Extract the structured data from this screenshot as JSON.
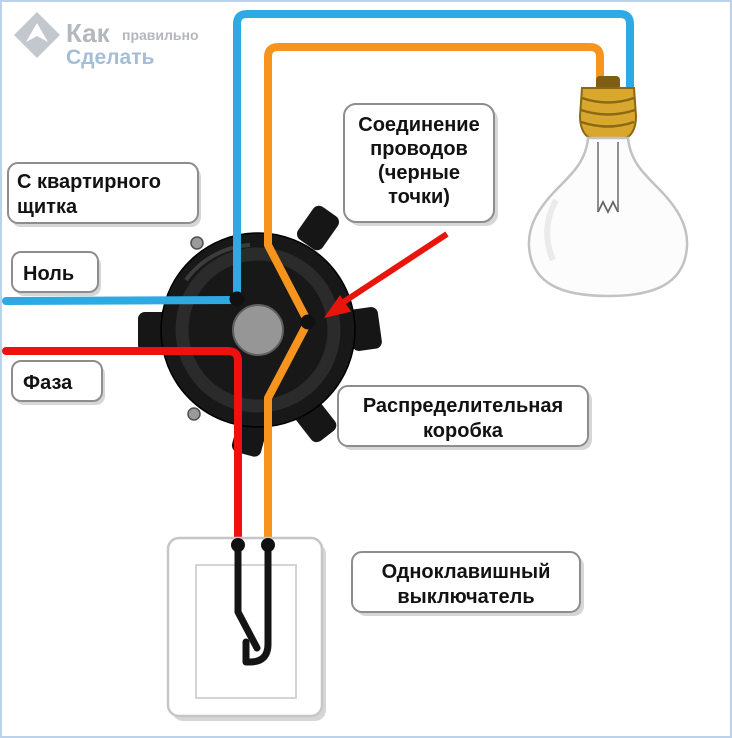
{
  "watermark": {
    "brand_top": "Как",
    "brand_mid": "правильно",
    "brand_bottom": "Сделать"
  },
  "labels": {
    "panel": {
      "lines": [
        "С квартирного",
        "щитка"
      ]
    },
    "neutral": "Ноль",
    "phase": "Фаза",
    "connection": {
      "lines": [
        "Соединение",
        "проводов",
        "(черные",
        "точки)"
      ]
    },
    "junction": {
      "lines": [
        "Распределительная",
        "коробка"
      ]
    },
    "switch": {
      "lines": [
        "Одноклавишный",
        "выключатель"
      ]
    }
  },
  "colors": {
    "neutral_wire": "#2FA9E1",
    "phase_wire": "#EE1111",
    "switched_wire": "#F7941D",
    "pointer_arrow": "#E8150D",
    "connection_dot": "#111111",
    "bulb_cap": "#D9A62E",
    "box_body": "#181818"
  }
}
